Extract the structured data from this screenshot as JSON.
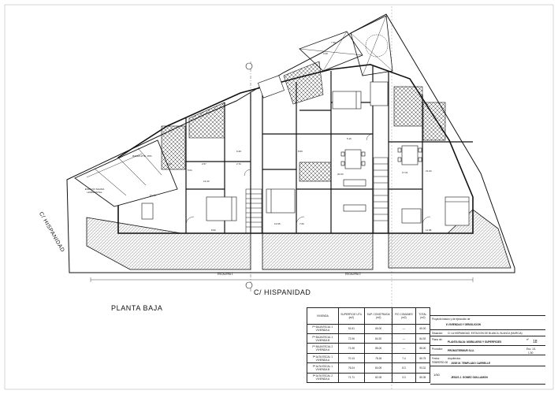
{
  "plan": {
    "title": "PLANTA BAJA",
    "street_main": "C/ HISPANIDAD",
    "street_side": "C/ HISPANIDAD",
    "stair_labels": [
      "ESCALERA 1",
      "ESCALERA 2"
    ],
    "room_labels": {
      "garage": "RAMPA PTE. 15%",
      "garden": "RAMPA",
      "exit_horizontal": "ESPACIO SALIDA HORIZONTAL",
      "area_a": "10.76",
      "area_b": "5.01",
      "area_c": "12.43",
      "area_d": "21.04",
      "area_e": "20.03",
      "area_f": "17.01",
      "area_g": "9.49",
      "area_h": "5.16",
      "area_i": "7.62",
      "area_j": "8.60",
      "area_k": "11.98",
      "area_l": "8.92",
      "area_m": "12.95",
      "area_n": "2.57",
      "area_o": "6.51",
      "area_p": "2.72",
      "area_q": "3.20",
      "area_r": "7.36"
    },
    "section_marks": [
      "A",
      "A'",
      "1",
      "2",
      "3",
      "4"
    ]
  },
  "schedule": {
    "headers": [
      "VIVIENDA",
      "SUPERFICIE UTIL (m2)",
      "SUP. CONSTRUIDA (m2)",
      "P/C COMUNES (m2)",
      "TOTAL (m2)"
    ],
    "rows": [
      [
        "Pª BAJA ESCAL 1 VIVIENDA A",
        "51.61",
        "65.00",
        "—",
        "65.00"
      ],
      [
        "Pª BAJA ESCAL 1 VIVIENDA B",
        "72.06",
        "84.92",
        "—",
        "84.92"
      ],
      [
        "Pª BAJA ESCAL 2 VIVIENDA A",
        "71.06",
        "85.00",
        "—",
        "85.00"
      ],
      [
        "Pª ALTA ESCAL 1 VIVIENDA A",
        "70.13",
        "78.26",
        "7.4",
        "85.75"
      ],
      [
        "Pª ALTA ESCAL 1 VIVIENDA B",
        "76.04",
        "84.09",
        "8.3",
        "93.31"
      ],
      [
        "Pª ALTA ESCAL 2 VIVIENDA A",
        "71.71",
        "82.05",
        "3.3",
        "85.35"
      ]
    ]
  },
  "title_block": {
    "project_label": "Proyecto básico y de ejecución de",
    "project_name": "6 VIVIENDAS Y DEMOLICION",
    "location_label": "Situación:",
    "location": "C/ LA HISPANIDAD, ESTACION DE BLANCA, BLANCA (MURCIA)",
    "plan_label": "Plano de:",
    "plan_name": "PLANTA BAJA: MOBILIARIO Y SUPERFICIES",
    "plan_no_label": "nº",
    "plan_no": "18",
    "promoter_label": "Promotor:",
    "promoter": "PROMOTERMUR SLU.",
    "scale_label": "Esc. 1/1",
    "scale_value": "1-50",
    "date_label": "Fecha:",
    "date": "FEBRERO-08",
    "architects_label": "Arquitectos:",
    "architect_1": "JOSE M. TEMPLADO CARRELLE",
    "architect_2": "JESUS J. GOMEZ GUILLAMON",
    "scale_bottom": "1/50"
  }
}
